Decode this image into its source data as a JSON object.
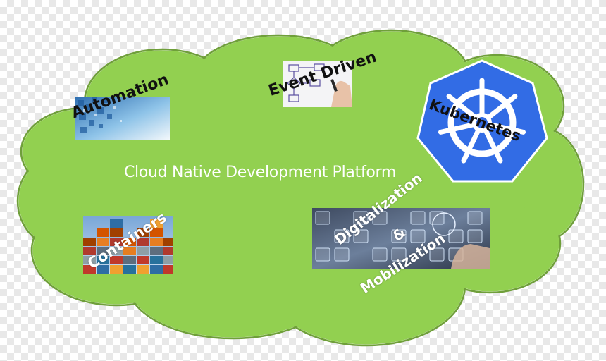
{
  "diagram": {
    "center_title": "Cloud Native Development Platform",
    "cloud_fill": "#92d050",
    "cloud_stroke": "#6f9f3a",
    "nodes": [
      {
        "id": "automation",
        "label": "Automation",
        "image": "blue-tech-cubes-image"
      },
      {
        "id": "event-driven",
        "label": "Event Driven",
        "image": "flowchart-hand-image"
      },
      {
        "id": "kubernetes",
        "label": "Kubernetes",
        "image": "kubernetes-helm-logo",
        "color": "#326ce5"
      },
      {
        "id": "containers",
        "label": "Containers",
        "image": "shipping-containers-image"
      },
      {
        "id": "digitalization",
        "label_line1": "Digitalization",
        "label_line2": "&",
        "label_line3": "Mobilization",
        "image": "digital-touch-interface-image"
      }
    ]
  }
}
